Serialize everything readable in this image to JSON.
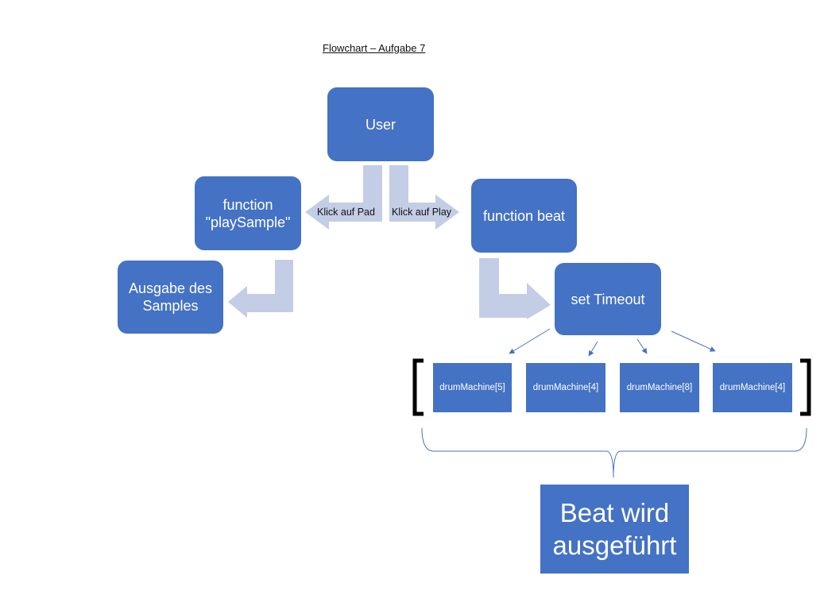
{
  "title": "Flowchart – Aufgabe 7",
  "nodes": {
    "user": "User",
    "play_sample": "function\n\"playSample\"",
    "function_beat": "function beat",
    "ausgabe": "Ausgabe des\nSamples",
    "set_timeout": "set Timeout",
    "drum_machine": [
      "drumMachine[5]",
      "drumMachine[4]",
      "drumMachine[8]",
      "drumMachine[4]"
    ],
    "result": "Beat wird\nausgeführt"
  },
  "labels": {
    "klick_pad": "Klick auf Pad",
    "klick_play": "Klick auf Play"
  },
  "colors": {
    "node_fill": "#4472c4",
    "connector_fill": "#c3cde6",
    "thin_arrow": "#4472c4",
    "bracket": "#000000"
  }
}
